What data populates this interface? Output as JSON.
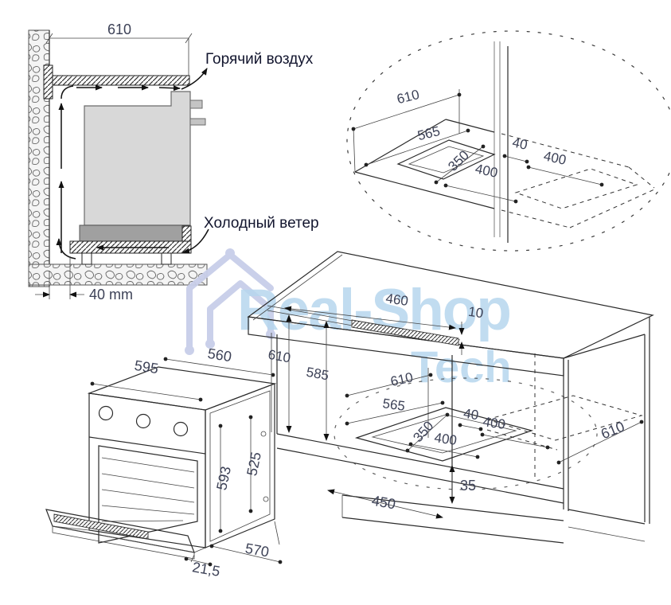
{
  "diagram_title": "Built-in oven installation and ventilation dimensions",
  "units": "mm",
  "watermark": {
    "brand": "Real-Shop",
    "brand_sub": "Tech"
  },
  "colors": {
    "dim_text": "#3d4257",
    "line": "#2b2b2b",
    "watermark_blue": "#b7d7ee",
    "watermark_logo": "#c8cee9",
    "oven_body_gray": "#d8d8d8",
    "oven_base_gray": "#a0a0a0",
    "label_text": "#12152e"
  },
  "cross_section": {
    "top_width": "610",
    "hot_air_label": "Горячий воздух",
    "cold_air_label": "Холодный ветер",
    "floor_gap": "40 mm"
  },
  "cutout_detail": {
    "depth": "610",
    "inner_depth": "565",
    "cutout_width": "350",
    "cutout_front_depth": "400",
    "cutout_offset": "40",
    "cutout_side_depth": "400"
  },
  "oven": {
    "width": "595",
    "top_depth": "560",
    "height": "593",
    "inner_height": "525",
    "door_thickness": "21,5",
    "bottom_depth": "570"
  },
  "cabinet": {
    "vent_slot_width": "460",
    "vent_slot_height": "10",
    "niche_height": "610",
    "niche_inner_height": "585",
    "niche_depth": "610",
    "niche_inner_depth": "565",
    "cutout_offset": "40",
    "cutout_side_depth": "400",
    "cutout_width": "350",
    "cutout_front_depth": "400",
    "plinth_height": "35",
    "plinth_recess": "450",
    "side_depth": "610"
  }
}
